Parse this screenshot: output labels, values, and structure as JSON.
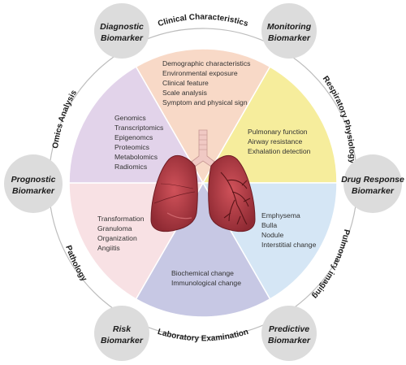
{
  "colors": {
    "clinical": "#f8d9c7",
    "respiratory": "#f6ed9c",
    "imaging": "#d5e6f5",
    "laboratory": "#c7c8e4",
    "pathology": "#f8e1e4",
    "omics": "#e2d3ea",
    "biomarker_circle": "#dcdcdc",
    "outer_ring": "#ffffff",
    "lung": "#b83a42",
    "trachea": "#f0c9c4"
  },
  "segments": {
    "clinical": {
      "title": "Clinical Characteristics",
      "items": [
        "Demographic characteristics",
        "Environmental exposure",
        "Clinical feature",
        "Scale analysis",
        "Symptom and physical sign"
      ]
    },
    "respiratory": {
      "title": "Respiratory Physiology",
      "items": [
        "Pulmonary function",
        "Airway resistance",
        "Exhalation detection"
      ]
    },
    "imaging": {
      "title": "Pulmonary imaging",
      "items": [
        "Emphysema",
        "Bulla",
        "Nodule",
        "Interstitial change"
      ]
    },
    "laboratory": {
      "title": "Laboratory Examination",
      "items": [
        "Biochemical change",
        "Immunological change"
      ]
    },
    "pathology": {
      "title": "Pathology",
      "items": [
        "Transformation",
        "Granuloma",
        "Organization",
        "Angiitis"
      ]
    },
    "omics": {
      "title": "Omics Analysis",
      "items": [
        "Genomics",
        "Transcriptomics",
        "Epigenomcs",
        "Proteomics",
        "Metabolomics",
        "Radiomics"
      ]
    }
  },
  "biomarkers": {
    "diagnostic": {
      "line1": "Diagnostic",
      "line2": "Biomarker"
    },
    "monitoring": {
      "line1": "Monitoring",
      "line2": "Biomarker"
    },
    "drug_response": {
      "line1": "Drug Response",
      "line2": "Biomarker"
    },
    "predictive": {
      "line1": "Predictive",
      "line2": "Biomarker"
    },
    "risk": {
      "line1": "Risk",
      "line2": "Biomarker"
    },
    "prognostic": {
      "line1": "Prognostic",
      "line2": "Biomarker"
    }
  }
}
